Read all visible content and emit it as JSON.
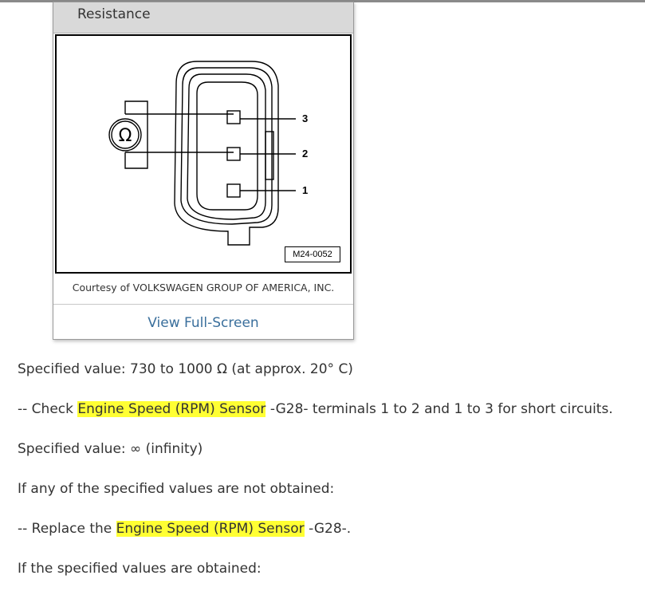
{
  "figure": {
    "title": "Resistance",
    "terminal_labels": [
      "3",
      "2",
      "1"
    ],
    "meter_symbol": "Ω",
    "ref_code": "M24-0052",
    "caption": "Courtesy of VOLKSWAGEN GROUP OF AMERICA, INC.",
    "view_link": "View Full-Screen"
  },
  "paragraphs": [
    {
      "text": "Specified value: 730 to 1000 Ω (at approx. 20° C)"
    },
    {
      "pre": "-- Check ",
      "highlight": "Engine Speed (RPM) Sensor",
      "post": " -G28- terminals 1 to 2 and 1 to 3 for short circuits."
    },
    {
      "text": "Specified value: ∞ (infinity)"
    },
    {
      "text": "If any of the specified values are not obtained:"
    },
    {
      "pre": "-- Replace the ",
      "highlight": "Engine Speed (RPM) Sensor",
      "post": " -G28-."
    },
    {
      "text": "If the specified values are obtained:"
    }
  ],
  "colors": {
    "highlight": "#ffff33",
    "link": "#3a6f9c",
    "header_bg": "#d9d9d9"
  }
}
